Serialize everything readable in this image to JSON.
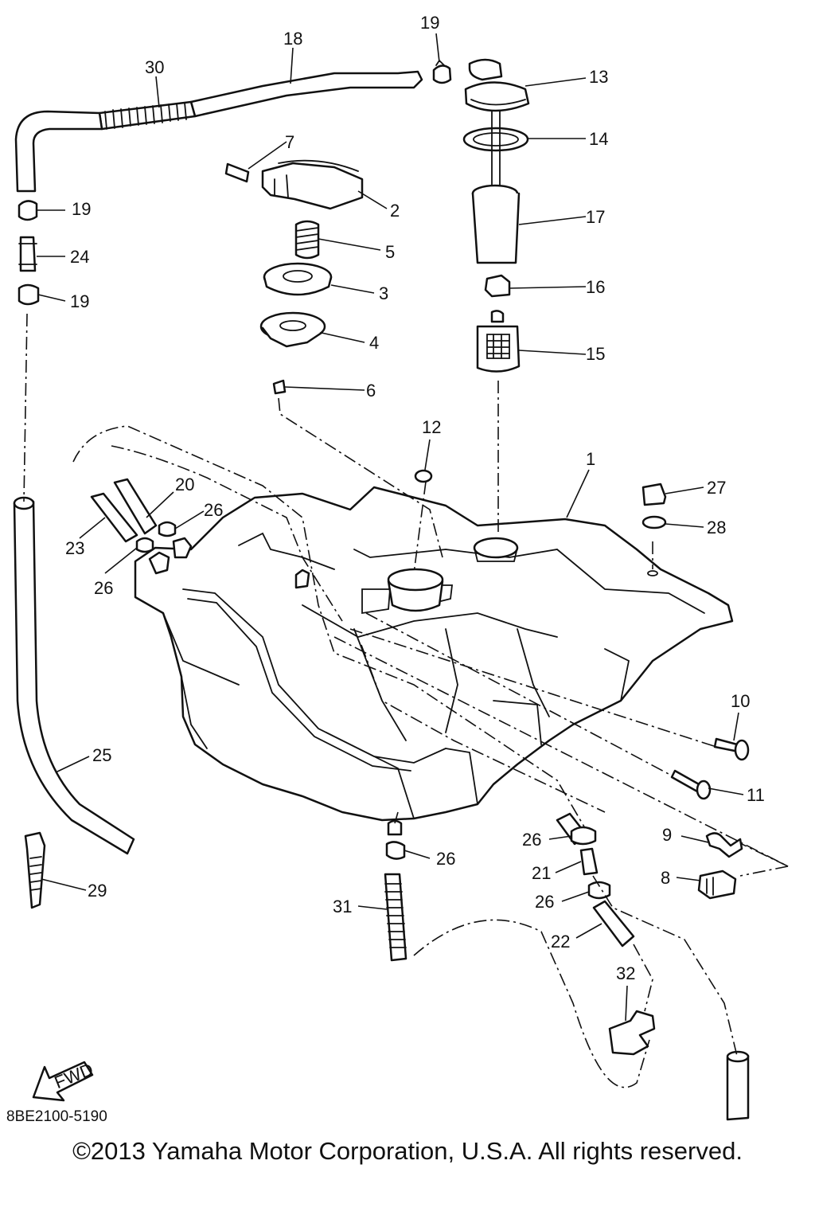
{
  "diagram": {
    "code": "8BE2100-5190",
    "copyright": "©2013 Yamaha Motor Corporation, U.S.A. All rights reserved.",
    "fwd_label": "FWD",
    "callouts": [
      {
        "id": "c1",
        "text": "1"
      },
      {
        "id": "c2",
        "text": "2"
      },
      {
        "id": "c3",
        "text": "3"
      },
      {
        "id": "c4",
        "text": "4"
      },
      {
        "id": "c5",
        "text": "5"
      },
      {
        "id": "c6",
        "text": "6"
      },
      {
        "id": "c7",
        "text": "7"
      },
      {
        "id": "c8",
        "text": "8"
      },
      {
        "id": "c9",
        "text": "9"
      },
      {
        "id": "c10",
        "text": "10"
      },
      {
        "id": "c11",
        "text": "11"
      },
      {
        "id": "c12",
        "text": "12"
      },
      {
        "id": "c13",
        "text": "13"
      },
      {
        "id": "c14",
        "text": "14"
      },
      {
        "id": "c15",
        "text": "15"
      },
      {
        "id": "c16",
        "text": "16"
      },
      {
        "id": "c17",
        "text": "17"
      },
      {
        "id": "c18",
        "text": "18"
      },
      {
        "id": "c19a",
        "text": "19"
      },
      {
        "id": "c19b",
        "text": "19"
      },
      {
        "id": "c19c",
        "text": "19"
      },
      {
        "id": "c20",
        "text": "20"
      },
      {
        "id": "c21",
        "text": "21"
      },
      {
        "id": "c22",
        "text": "22"
      },
      {
        "id": "c23",
        "text": "23"
      },
      {
        "id": "c24",
        "text": "24"
      },
      {
        "id": "c25",
        "text": "25"
      },
      {
        "id": "c26a",
        "text": "26"
      },
      {
        "id": "c26b",
        "text": "26"
      },
      {
        "id": "c26c",
        "text": "26"
      },
      {
        "id": "c26d",
        "text": "26"
      },
      {
        "id": "c26e",
        "text": "26"
      },
      {
        "id": "c27",
        "text": "27"
      },
      {
        "id": "c28",
        "text": "28"
      },
      {
        "id": "c29",
        "text": "29"
      },
      {
        "id": "c30",
        "text": "30"
      },
      {
        "id": "c31",
        "text": "31"
      },
      {
        "id": "c32",
        "text": "32"
      }
    ]
  }
}
